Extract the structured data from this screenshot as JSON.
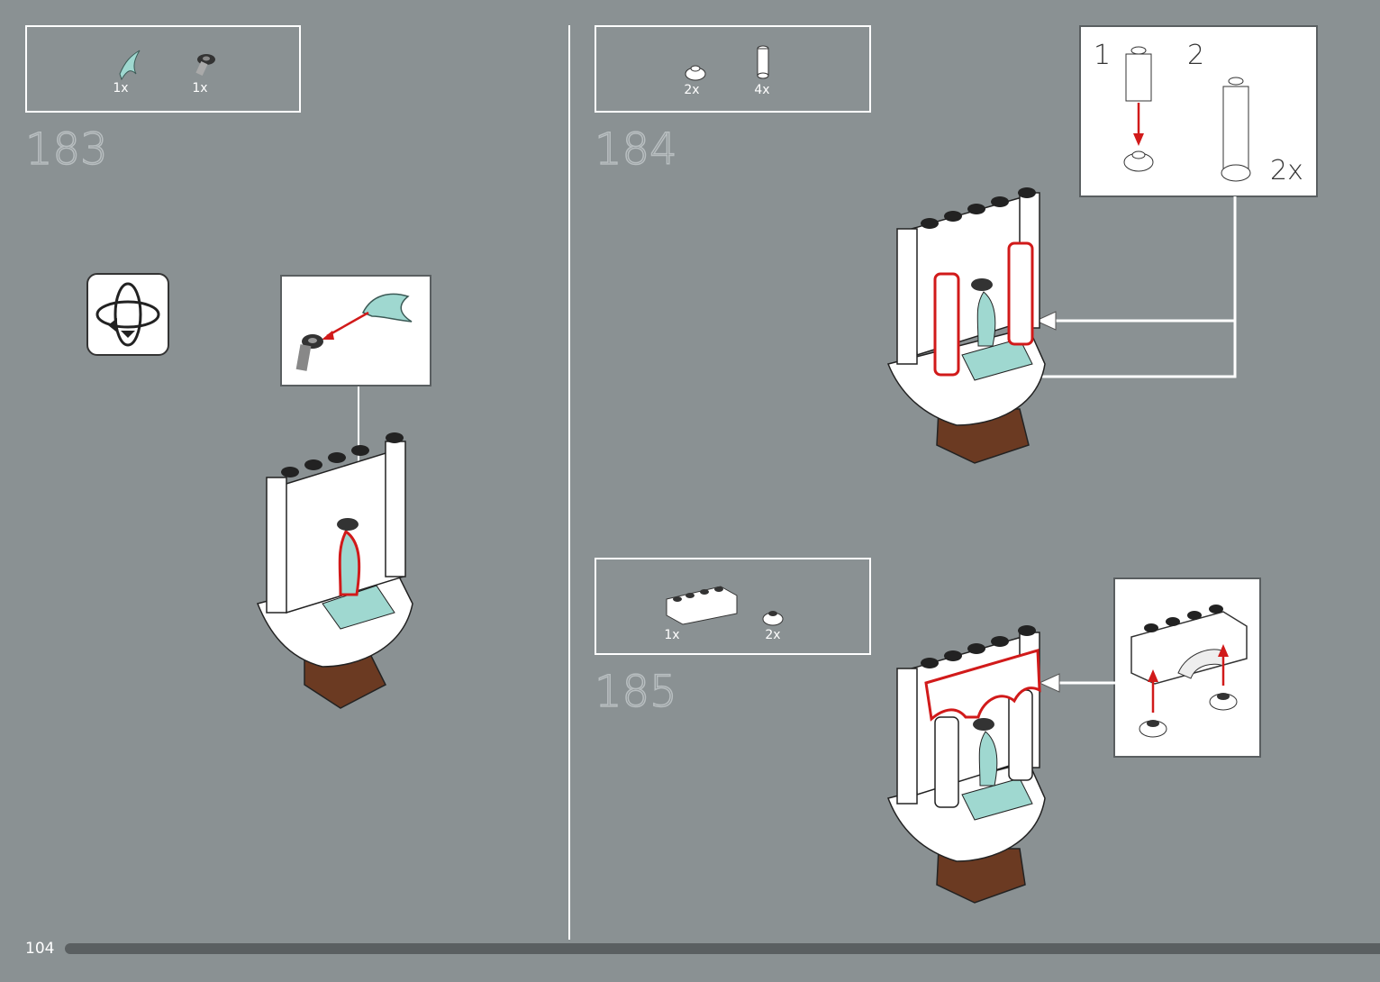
{
  "page_number": "104",
  "steps": [
    {
      "number": "183",
      "parts": [
        {
          "icon": "water-splash-piece-icon",
          "qty": "1x"
        },
        {
          "icon": "faucet-piece-icon",
          "qty": "1x"
        }
      ]
    },
    {
      "number": "184",
      "parts": [
        {
          "icon": "round-plate-piece-icon",
          "qty": "2x"
        },
        {
          "icon": "column-piece-icon",
          "qty": "4x"
        }
      ],
      "callout": {
        "sub1": "1",
        "sub2": "2",
        "multiplier": "2x"
      }
    },
    {
      "number": "185",
      "parts": [
        {
          "icon": "arch-brick-piece-icon",
          "qty": "1x"
        },
        {
          "icon": "round-plate-piece-icon",
          "qty": "2x"
        }
      ]
    }
  ],
  "icons": {
    "rotate": "rotate-model-icon"
  },
  "colors": {
    "background": "#8a9193",
    "highlight": "#d11a1a",
    "brown": "#6b3a22",
    "teal": "#9fd8d0"
  },
  "progress": {
    "fraction": 1.0
  }
}
